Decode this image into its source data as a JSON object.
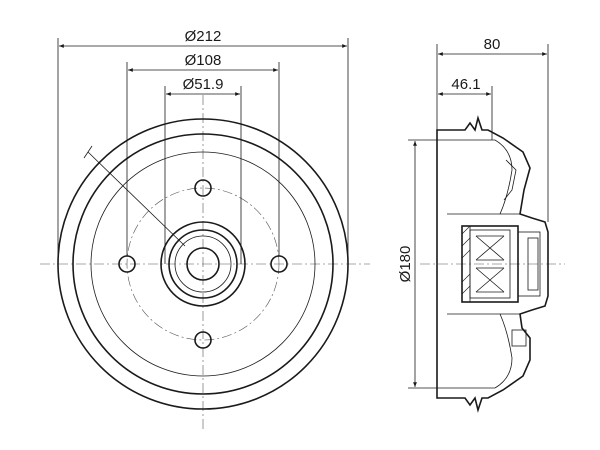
{
  "drawing": {
    "front_view": {
      "dim_outer": "Ø212",
      "dim_bolt_circle": "Ø108",
      "dim_center_bore": "Ø51.9"
    },
    "side_view": {
      "dim_width": "80",
      "dim_offset": "46.1",
      "dim_inner": "Ø180"
    }
  }
}
